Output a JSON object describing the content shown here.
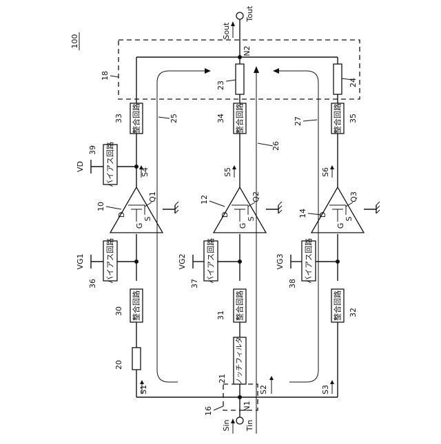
{
  "figure_number": "100",
  "terminals": {
    "input": {
      "signal": "Sin",
      "terminal": "Tin",
      "node": "N1",
      "network_ref": "16"
    },
    "output": {
      "signal": "Sout",
      "terminal": "Tout",
      "node": "N2",
      "network_ref": "18"
    }
  },
  "branches": [
    {
      "input_signal": "S1",
      "element_ref": "20",
      "input_match_ref": "30",
      "input_match_text": "整合回路",
      "gate_bias_ref": "36",
      "gate_bias_text": "バイアス回路",
      "gate_voltage": "VG1",
      "transistor_ref": "10",
      "transistor_label": "Q1",
      "amp_mode": "D",
      "drain_signal": "S4",
      "output_match_ref": "33",
      "output_match_text": "整合回路",
      "loop_ref": "25"
    },
    {
      "input_signal": "S2",
      "element_ref": "21",
      "element_text": "ノッチフィルタ",
      "input_match_ref": "31",
      "input_match_text": "整合回路",
      "gate_bias_ref": "37",
      "gate_bias_text": "バイアス回路",
      "gate_voltage": "VG2",
      "transistor_ref": "12",
      "transistor_label": "Q2",
      "amp_mode": "D",
      "drain_signal": "S5",
      "output_match_ref": "34",
      "output_match_text": "整合回路",
      "output_element_ref": "23",
      "loop_ref": "26"
    },
    {
      "input_signal": "S3",
      "input_match_ref": "32",
      "input_match_text": "整合回路",
      "gate_bias_ref": "38",
      "gate_bias_text": "バイアス回路",
      "gate_voltage": "VG3",
      "transistor_ref": "14",
      "transistor_label": "Q3",
      "amp_mode": "D",
      "drain_signal": "S6",
      "output_match_ref": "35",
      "output_match_text": "整合回路",
      "output_element_ref": "24",
      "loop_ref": "27"
    }
  ],
  "drain_bias": {
    "ref": "39",
    "text": "バイアス回路",
    "voltage": "VD"
  },
  "pins": {
    "gate": "G",
    "source": "S",
    "drain": "D"
  }
}
